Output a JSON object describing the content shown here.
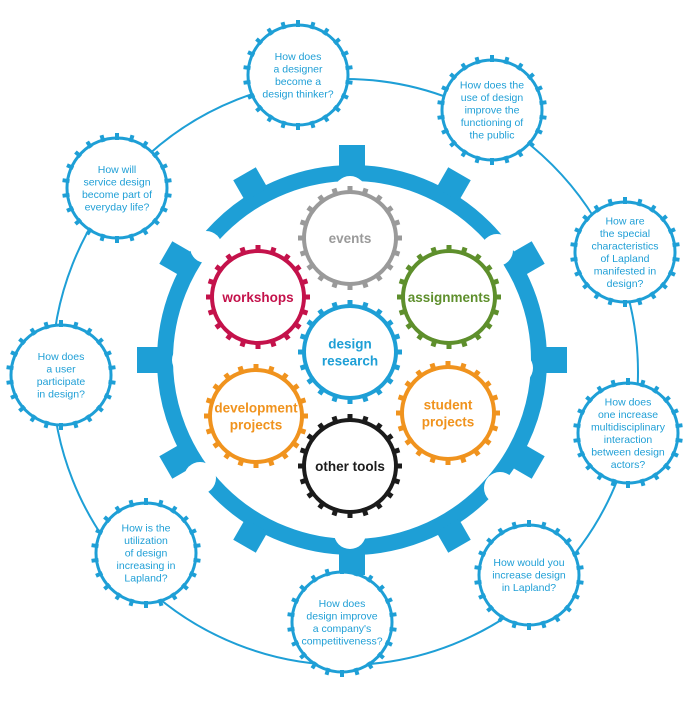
{
  "colors": {
    "outer": "#1e9fd6",
    "events": "#9a9a9a",
    "workshops": "#c4124b",
    "assignments": "#5e8f2c",
    "design_research": "#1e9fd6",
    "development_projects": "#f0931e",
    "student_projects": "#f0931e",
    "other_tools": "#1b1b1b"
  },
  "questions": [
    {
      "id": "designer-thinker",
      "lines": [
        "How does",
        "a designer",
        "become a",
        "design thinker?"
      ]
    },
    {
      "id": "use-of-design",
      "lines": [
        "How does the",
        "use of design",
        "improve the",
        "functioning of",
        "the public"
      ]
    },
    {
      "id": "lapland-characteristics",
      "lines": [
        "How are",
        "the special",
        "characteristics",
        "of Lapland",
        "manifested in",
        "design?"
      ]
    },
    {
      "id": "multidisciplinary",
      "lines": [
        "How does",
        "one increase",
        "multidisciplinary",
        "interaction",
        "between design",
        "actors?"
      ]
    },
    {
      "id": "increase-design",
      "lines": [
        "How would you",
        "increase design",
        "in Lapland?"
      ]
    },
    {
      "id": "competitiveness",
      "lines": [
        "How does",
        "design improve",
        "a company's",
        "competitiveness?"
      ]
    },
    {
      "id": "utilization",
      "lines": [
        "How is the",
        "utilization",
        "of design",
        "increasing in",
        "Lapland?"
      ]
    },
    {
      "id": "user-participate",
      "lines": [
        "How does",
        "a user",
        "participate",
        "in design?"
      ]
    },
    {
      "id": "service-design",
      "lines": [
        "How will",
        "service design",
        "become part of",
        "everyday life?"
      ]
    }
  ],
  "inner": [
    {
      "id": "events",
      "lines": [
        "events"
      ]
    },
    {
      "id": "workshops",
      "lines": [
        "workshops"
      ]
    },
    {
      "id": "assignments",
      "lines": [
        "assignments"
      ]
    },
    {
      "id": "design-research",
      "lines": [
        "design",
        "research"
      ]
    },
    {
      "id": "development-projects",
      "lines": [
        "development",
        "projects"
      ]
    },
    {
      "id": "student-projects",
      "lines": [
        "student",
        "projects"
      ]
    },
    {
      "id": "other-tools",
      "lines": [
        "other tools"
      ]
    }
  ]
}
